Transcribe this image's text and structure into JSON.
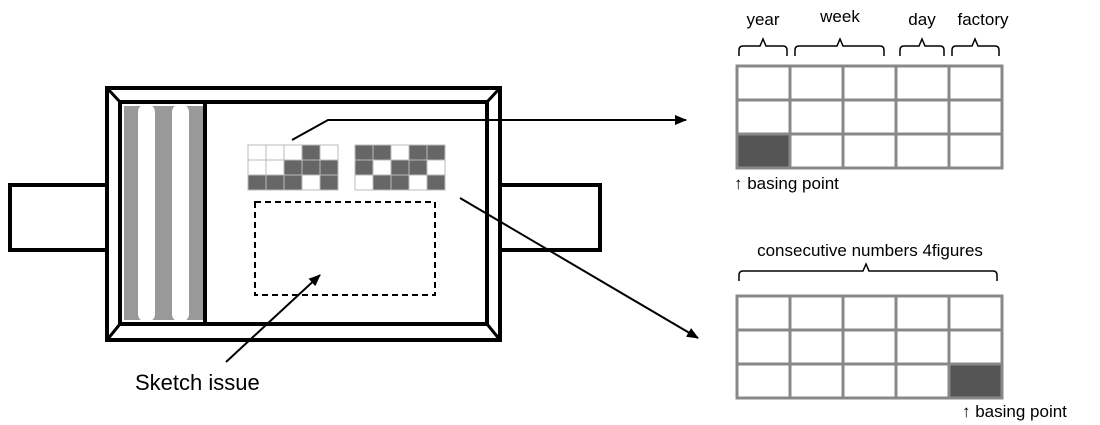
{
  "labels": {
    "year": "year",
    "week": "week",
    "day": "day",
    "factory": "factory",
    "basing_point_top": "↑ basing point",
    "consecutive": "consecutive numbers 4figures",
    "basing_point_bottom": "↑ basing point",
    "sketch_issue": "Sketch issue"
  },
  "colors": {
    "stroke": "#000000",
    "stripe_gray": "#999999",
    "cell_dark": "#666666",
    "cell_light": "#bbbbbb",
    "grid_border": "#888888",
    "basing_cell": "#555555"
  },
  "top_grid": {
    "rows": 3,
    "cols": 5,
    "highlight": {
      "row": 2,
      "col": 0
    }
  },
  "bottom_grid": {
    "rows": 3,
    "cols": 5,
    "highlight": {
      "row": 2,
      "col": 4
    }
  },
  "mini_marking_left": [
    [
      0,
      0,
      0,
      1,
      0
    ],
    [
      0,
      0,
      1,
      1,
      1
    ],
    [
      1,
      1,
      1,
      0,
      1
    ]
  ],
  "mini_marking_right": [
    [
      1,
      1,
      0,
      1,
      1
    ],
    [
      1,
      0,
      1,
      1,
      0
    ],
    [
      0,
      1,
      1,
      0,
      1
    ]
  ]
}
